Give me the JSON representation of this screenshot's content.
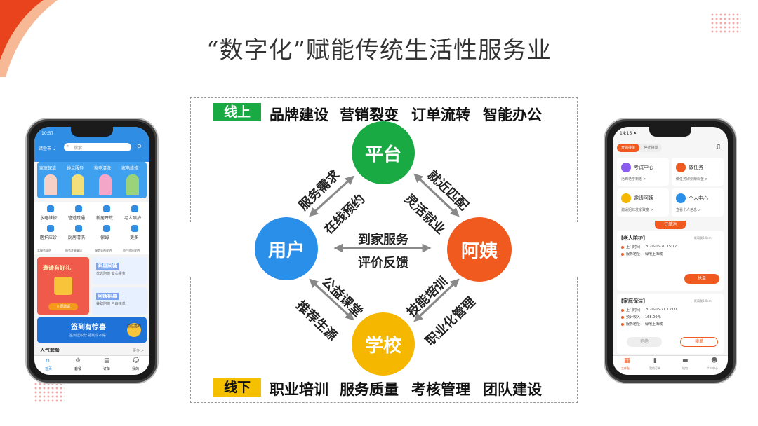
{
  "title": "“数字化”赋能传统生活性服务业",
  "online": {
    "tag": "线上",
    "items": [
      "品牌建设",
      "营销裂变",
      "订单流转",
      "智能办公"
    ]
  },
  "offline": {
    "tag": "线下",
    "items": [
      "职业培训",
      "服务质量",
      "考核管理",
      "团队建设"
    ]
  },
  "nodes": {
    "platform": "平台",
    "user": "用户",
    "auntie": "阿姨",
    "school": "学校"
  },
  "edges": {
    "user_platform_a": "服务需求",
    "user_platform_b": "在线预约",
    "platform_auntie_a": "就近匹配",
    "platform_auntie_b": "灵活就业",
    "user_auntie_a": "到家服务",
    "user_auntie_b": "评价反馈",
    "user_school_a": "公益课堂",
    "user_school_b": "推荐生源",
    "auntie_school_a": "技能培训",
    "auntie_school_b": "职业化管理"
  },
  "colors": {
    "platform": "#1aaa44",
    "user": "#2a8fe8",
    "auntie": "#f05a1e",
    "school": "#f5b700",
    "online_tag": "#1aaa44",
    "offline_tag": "#f5c000"
  },
  "left_phone": {
    "time": "10:57",
    "city": "诸暨市 ⌄",
    "search": "搜索",
    "banner_items": [
      "家庭保洁",
      "钟点服务",
      "家电清洗",
      "家电维修"
    ],
    "grid": [
      "水电维修",
      "管道疏通",
      "新居开荒",
      "老人陪护",
      "医护应诊",
      "厨房清洗",
      "保姆",
      "更多"
    ],
    "notices": [
      "本服务说明",
      "服务注意事项",
      "服务范围说明",
      "项目资质说明"
    ],
    "card_left": "邀请有好礼",
    "card_left_btn": "立即邀请",
    "card_right_top": "明星阿姨",
    "card_right_top_sub": "优选阿姨 安心服务",
    "card_right_bottom": "阿姨招募",
    "card_right_bottom_sub": "兼职阿姨 自由接单",
    "sign_in": "签到有惊喜",
    "sign_sub": "签到送积分 福利享不停",
    "sign_btn": "前往签到",
    "section": "人气套餐",
    "more": "更多 >",
    "tabs": [
      "首页",
      "套餐",
      "订单",
      "我的"
    ]
  },
  "right_phone": {
    "time": "14:15 ⯅",
    "toggle_on": "开始接单",
    "toggle_off": "停止接单",
    "menu": [
      {
        "title": "考试中心",
        "sub": "活到老学到老 >"
      },
      {
        "title": "做任务",
        "sub": "做任务即刻赚现金 >"
      },
      {
        "title": "邀请阿姨",
        "sub": "邀请姐妹发家致富 >"
      },
      {
        "title": "个人中心",
        "sub": "查看个人信息 >"
      }
    ],
    "pool": "订单池",
    "orders": [
      {
        "title": "【老人陪护】",
        "distance": "距离我3.0km",
        "time_label": "上门时间：",
        "time": "2020-06-20 15:12",
        "addr_label": "服务地址：",
        "addr": "绿地上海城",
        "btn": "抢单"
      },
      {
        "title": "【家庭保洁】",
        "distance": "距离我3.0km",
        "time_label": "上门时间：",
        "time": "2020-06-21 13:00",
        "income_label": "预计收入：",
        "income": "168.00元",
        "addr_label": "服务地址：",
        "addr": "绿地上海城",
        "btn_reject": "拒绝",
        "btn_accept": "接单"
      }
    ],
    "tabs": [
      "工作台",
      "我的订单",
      "钱包",
      "个人中心"
    ]
  }
}
